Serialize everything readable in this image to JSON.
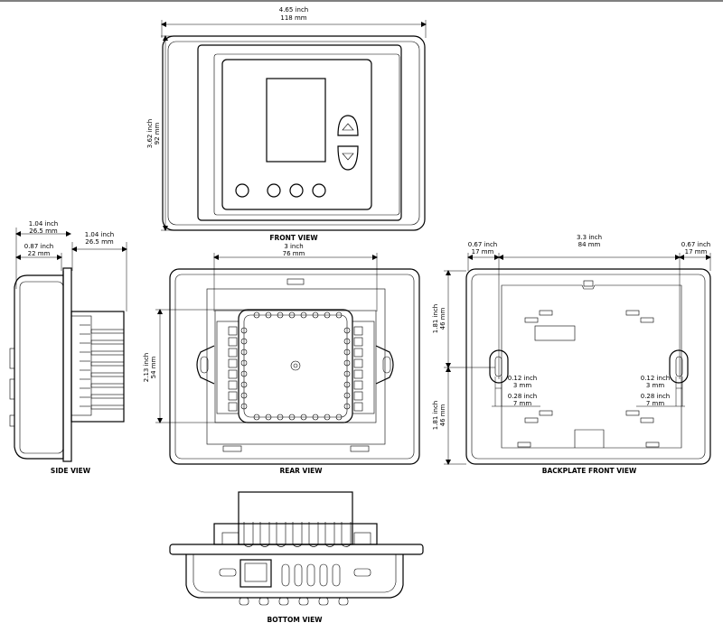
{
  "front_view": {
    "caption": "FRONT VIEW",
    "width_inch": "4.65 inch",
    "width_mm": "118 mm",
    "height_inch": "3.62 inch",
    "height_mm": "92 mm"
  },
  "side_view": {
    "caption": "SIDE VIEW",
    "dim_a_inch": "1.04 inch",
    "dim_a_mm": "26.5 mm",
    "dim_b_inch": "0.87 inch",
    "dim_b_mm": "22 mm",
    "dim_c_inch": "1.04 inch",
    "dim_c_mm": "26.5 mm"
  },
  "rear_view": {
    "caption": "REAR VIEW",
    "width_inch": "3 inch",
    "width_mm": "76 mm",
    "height_inch": "2.13 inch",
    "height_mm": "54 mm"
  },
  "backplate_view": {
    "caption": "BACKPLATE FRONT VIEW",
    "left_inch": "0.67 inch",
    "left_mm": "17 mm",
    "center_inch": "3.3 inch",
    "center_mm": "84 mm",
    "right_inch": "0.67 inch",
    "right_mm": "17 mm",
    "upper_h_inch": "1.81 inch",
    "upper_h_mm": "46 mm",
    "lower_h_inch": "1.81 inch",
    "lower_h_mm": "46 mm",
    "slot_l_w_inch": "0.12 inch",
    "slot_l_w_mm": "3 mm",
    "slot_l_h_inch": "0.28 inch",
    "slot_l_h_mm": "7 mm",
    "slot_r_w_inch": "0.12 inch",
    "slot_r_w_mm": "3 mm",
    "slot_r_h_inch": "0.28 inch",
    "slot_r_h_mm": "7 mm"
  },
  "bottom_view": {
    "caption": "BOTTOM VIEW"
  }
}
